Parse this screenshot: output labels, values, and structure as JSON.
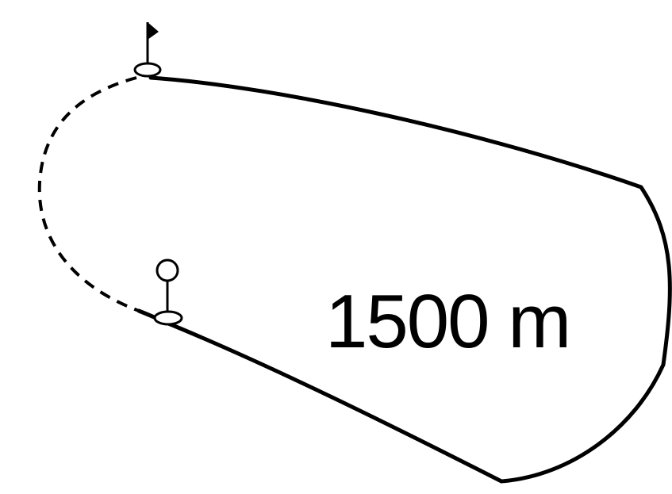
{
  "diagram": {
    "distance_label": "1500 m",
    "start_marker": "flag-marker-icon",
    "finish_marker": "ball-marker-icon",
    "solid_segment": "solid",
    "open_segment": "dashed"
  }
}
